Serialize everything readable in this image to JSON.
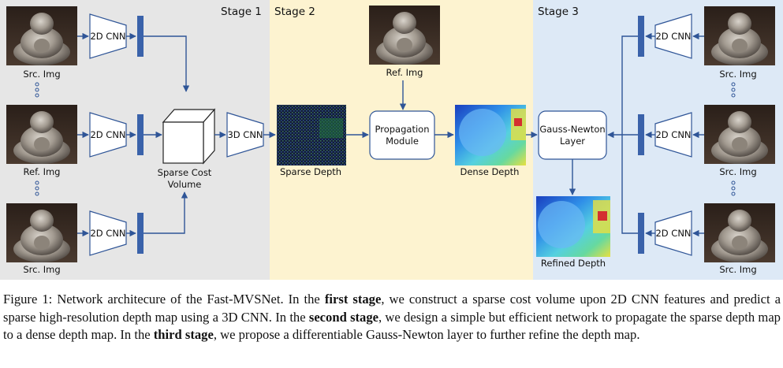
{
  "stages": {
    "stage1": "Stage 1",
    "stage2": "Stage 2",
    "stage3": "Stage 3"
  },
  "labels": {
    "src_img": "Src. Img",
    "ref_img": "Ref. Img",
    "cnn2d": "2D CNN",
    "cnn3d": "3D CNN",
    "sparse_cost_volume_1": "Sparse Cost",
    "sparse_cost_volume_2": "Volume",
    "sparse_depth": "Sparse Depth",
    "propagation_1": "Propagation",
    "propagation_2": "Module",
    "dense_depth": "Dense Depth",
    "gauss_newton_1": "Gauss-Newton",
    "gauss_newton_2": "Layer",
    "refined_depth": "Refined Depth"
  },
  "caption": {
    "part1": "Figure 1: Network architecure of the Fast-MVSNet. In the ",
    "first_stage": "first stage",
    "part2": ", we construct a sparse cost volume upon 2D CNN features and predict a sparse high-resolution depth map using a 3D CNN. In the ",
    "second_stage": "second stage",
    "part3": ", we design a simple but efficient network to propagate the sparse depth map to a dense depth map. In the ",
    "third_stage": "third stage",
    "part4": ", we propose a differentiable Gauss-Newton layer to further refine the depth map."
  },
  "colors": {
    "stage1_bg": "#e6e6e6",
    "stage2_bg": "#fdf3d0",
    "stage3_bg": "#dde9f6",
    "arrow": "#2f5597",
    "feature_bar": "#3a62aa"
  }
}
